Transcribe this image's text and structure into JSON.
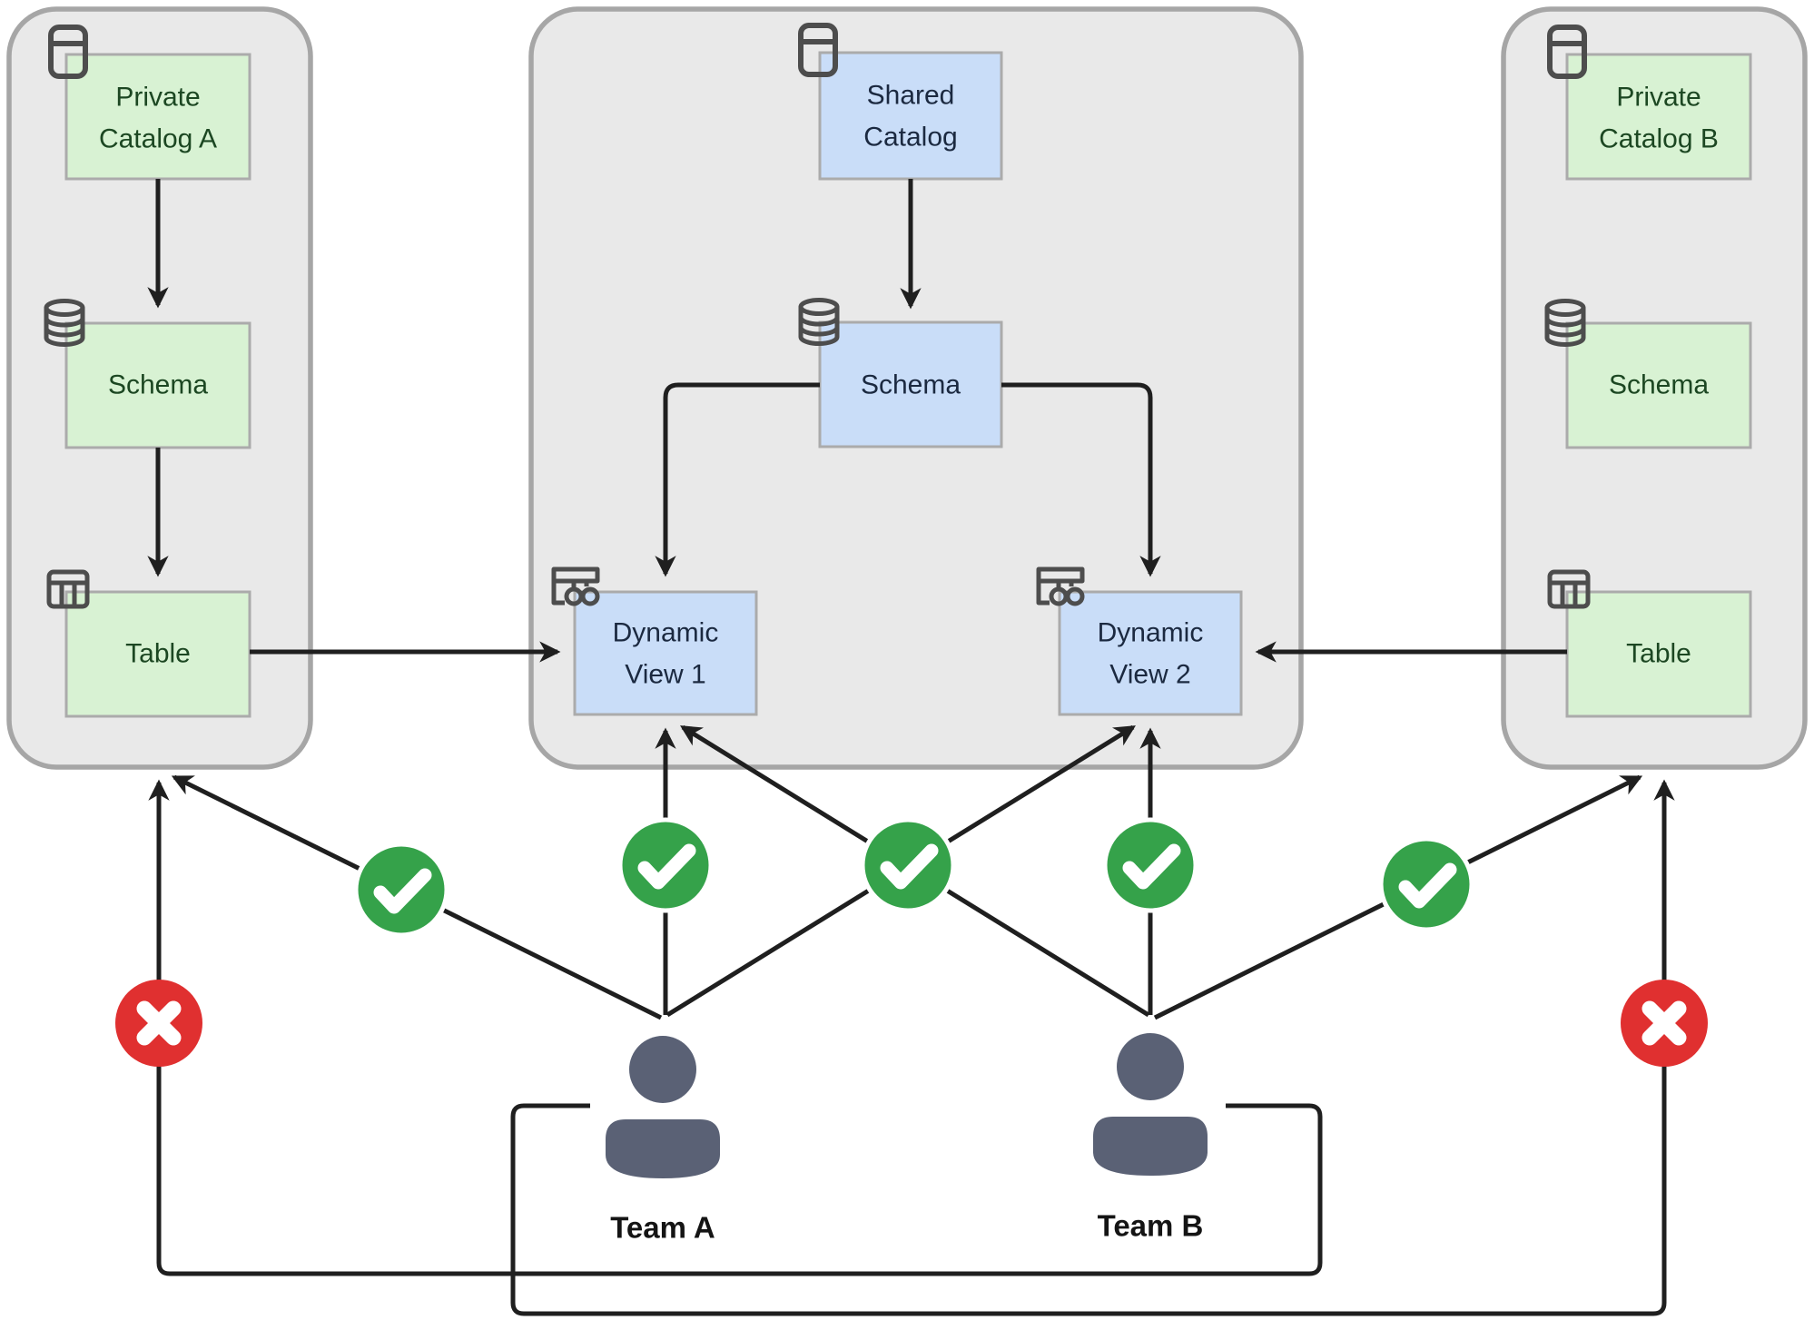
{
  "nodes": {
    "private_catalog_a": {
      "line1": "Private",
      "line2": "Catalog A"
    },
    "schema_left": {
      "label": "Schema"
    },
    "table_left": {
      "label": "Table"
    },
    "shared_catalog": {
      "line1": "Shared",
      "line2": "Catalog"
    },
    "schema_middle": {
      "label": "Schema"
    },
    "dynamic_view_1": {
      "line1": "Dynamic",
      "line2": "View 1"
    },
    "dynamic_view_2": {
      "line1": "Dynamic",
      "line2": "View 2"
    },
    "private_catalog_b": {
      "line1": "Private",
      "line2": "Catalog B"
    },
    "schema_right": {
      "label": "Schema"
    },
    "table_right": {
      "label": "Table"
    }
  },
  "teams": {
    "team_a": {
      "label": "Team A"
    },
    "team_b": {
      "label": "Team B"
    }
  },
  "icons": {
    "catalog": "book-icon",
    "schema": "database-icon",
    "table": "table-grid-icon",
    "dynamic_view": "table-glasses-icon",
    "team": "person-icon",
    "allowed": "check-icon",
    "denied": "cross-icon"
  },
  "colors": {
    "page_bg": "#ffffff",
    "container_fill": "#e9e9e9",
    "container_border": "#a6a6a6",
    "node_border": "#ababab",
    "green_fill": "#d8f2d3",
    "green_text": "#1c4722",
    "blue_fill": "#c9ddf8",
    "blue_text": "#1b2940",
    "line": "#1f1f1f",
    "icon": "#4d4d4d",
    "check_green": "#35a24a",
    "cross_red": "#e03030",
    "person": "#5a6175",
    "team_text": "#141414"
  }
}
